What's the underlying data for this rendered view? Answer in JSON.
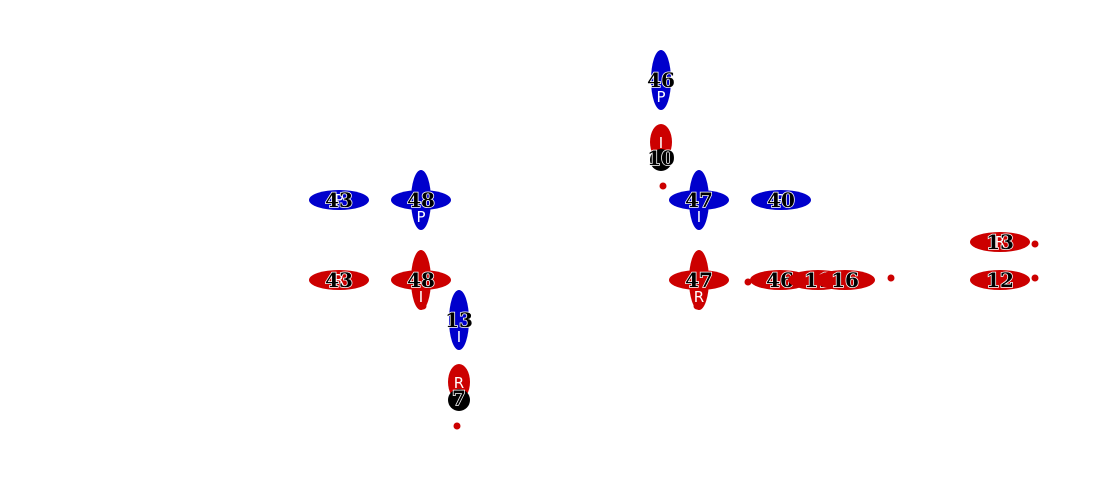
{
  "colors": {
    "blue": "#0000cc",
    "red": "#cc0000",
    "black": "#000000",
    "white": "#ffffff"
  },
  "glyphs": [
    {
      "id": "g1",
      "text": "43",
      "sub": "P",
      "color": "blue",
      "shape": "h"
    },
    {
      "id": "g2",
      "text": "48",
      "sub": "P",
      "color": "blue",
      "shape": "cross"
    },
    {
      "id": "g3",
      "text": "46",
      "sub": "P",
      "color": "blue",
      "shape": "v"
    },
    {
      "id": "g4",
      "text": "10",
      "sub": "I",
      "color": "red",
      "shape": "drop"
    },
    {
      "id": "g5",
      "text": "47",
      "sub": "I",
      "color": "blue",
      "shape": "cross"
    },
    {
      "id": "g6",
      "text": "40",
      "sub": "R",
      "color": "blue",
      "shape": "h"
    },
    {
      "id": "g7",
      "text": "43",
      "sub": "R",
      "color": "red",
      "shape": "h"
    },
    {
      "id": "g8",
      "text": "48",
      "sub": "I",
      "color": "red",
      "shape": "cross"
    },
    {
      "id": "g9",
      "text": "13",
      "sub": "I",
      "color": "blue",
      "shape": "v"
    },
    {
      "id": "g10",
      "text": "7",
      "sub": "R",
      "color": "red",
      "shape": "drop"
    },
    {
      "id": "g11",
      "text": "47",
      "sub": "R",
      "color": "red",
      "shape": "cross"
    },
    {
      "id": "g12",
      "text": "46",
      "sub": "",
      "color": "red",
      "shape": "h"
    },
    {
      "id": "g13",
      "text": "11",
      "sub": "",
      "color": "red",
      "shape": "h"
    },
    {
      "id": "g14",
      "text": "16",
      "sub": "",
      "color": "red",
      "shape": "h"
    },
    {
      "id": "g15",
      "text": "13",
      "sub": "R",
      "color": "red",
      "shape": "h"
    },
    {
      "id": "g16",
      "text": "12",
      "sub": "",
      "color": "red",
      "shape": "h"
    }
  ]
}
